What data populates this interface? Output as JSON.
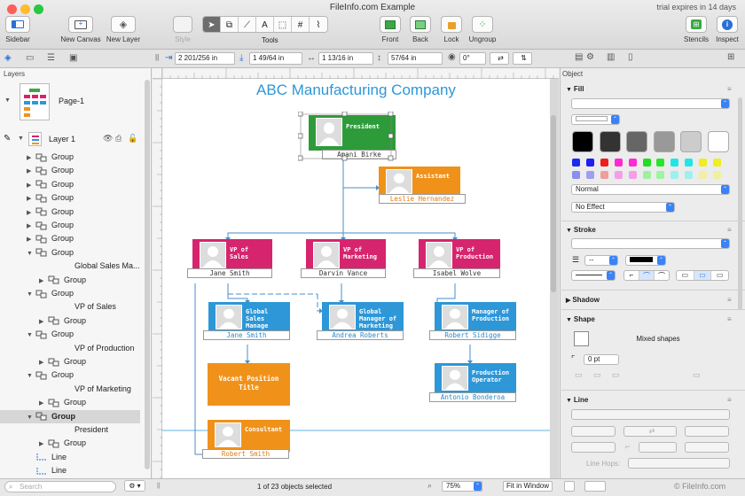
{
  "window": {
    "title": "FileInfo.com Example",
    "trial": "trial expires in 14 days"
  },
  "toolbar": {
    "sidebar": "Sidebar",
    "new_canvas": "New Canvas",
    "new_layer": "New Layer",
    "style": "Style",
    "tools": "Tools",
    "front": "Front",
    "back": "Back",
    "lock": "Lock",
    "ungroup": "Ungroup",
    "stencils": "Stencils",
    "inspect": "Inspect"
  },
  "geometry_bar": {
    "x": "2 201/256 in",
    "y": "1 49/64 in",
    "w": "1 13/16 in",
    "h": "57/64 in",
    "rotation": "0°"
  },
  "layers": {
    "header": "Layers",
    "page": "Page-1",
    "layer": "Layer 1",
    "items": [
      {
        "label": "Group",
        "indent": 1,
        "sel": false
      },
      {
        "label": "Group",
        "indent": 1,
        "sel": false
      },
      {
        "label": "Group",
        "indent": 1,
        "sel": false
      },
      {
        "label": "Group",
        "indent": 1,
        "sel": false
      },
      {
        "label": "Group",
        "indent": 1,
        "sel": false
      },
      {
        "label": "Group",
        "indent": 1,
        "sel": false
      },
      {
        "label": "Group",
        "indent": 1,
        "sel": false
      },
      {
        "label": "Group",
        "indent": 1,
        "sel": false,
        "open": true
      },
      {
        "label": "Global Sales Ma...",
        "indent": 3,
        "sel": false,
        "text": true
      },
      {
        "label": "Group",
        "indent": 2,
        "sel": false
      },
      {
        "label": "Group",
        "indent": 1,
        "sel": false,
        "open": true
      },
      {
        "label": "VP of Sales",
        "indent": 3,
        "sel": false,
        "text": true
      },
      {
        "label": "Group",
        "indent": 2,
        "sel": false
      },
      {
        "label": "Group",
        "indent": 1,
        "sel": false,
        "open": true
      },
      {
        "label": "VP of Production",
        "indent": 3,
        "sel": false,
        "text": true
      },
      {
        "label": "Group",
        "indent": 2,
        "sel": false
      },
      {
        "label": "Group",
        "indent": 1,
        "sel": false,
        "open": true
      },
      {
        "label": "VP of Marketing",
        "indent": 3,
        "sel": false,
        "text": true
      },
      {
        "label": "Group",
        "indent": 2,
        "sel": false
      },
      {
        "label": "Group",
        "indent": 1,
        "sel": true,
        "open": true
      },
      {
        "label": "President",
        "indent": 3,
        "sel": false,
        "text": true
      },
      {
        "label": "Group",
        "indent": 2,
        "sel": false
      },
      {
        "label": "Line",
        "indent": 1,
        "sel": false,
        "line": true
      },
      {
        "label": "Line",
        "indent": 1,
        "sel": false,
        "line": true
      }
    ]
  },
  "search": {
    "placeholder": "Search"
  },
  "status": {
    "selection": "1 of 23 objects selected",
    "zoom": "75%",
    "fit": "Fit in Window"
  },
  "canvas": {
    "title": "ABC Manufacturing Company",
    "nodes": [
      {
        "id": "president",
        "title": "President",
        "name": "Amani Birke",
        "color": "#2e9b3b",
        "name_color": "#333"
      },
      {
        "id": "assistant",
        "title": "Assistant",
        "name": "Leslie Hernandez",
        "color": "#f0921a",
        "name_color": "#e07a10"
      },
      {
        "id": "vp_sales",
        "title": "VP of Sales",
        "name": "Jane Smith",
        "color": "#d6246e",
        "name_color": "#333"
      },
      {
        "id": "vp_marketing",
        "title": "VP of Marketing",
        "name": "Darvin Vance",
        "color": "#d6246e",
        "name_color": "#333"
      },
      {
        "id": "vp_production",
        "title": "VP of Production",
        "name": "Isabel Wolve",
        "color": "#d6246e",
        "name_color": "#333"
      },
      {
        "id": "gsm_sales",
        "title": "Global Sales Manage",
        "name": "Jane Smith",
        "color": "#2d97d8",
        "name_color": "#2d88c8"
      },
      {
        "id": "gsm_marketing",
        "title": "Global Manager of Marketing",
        "name": "Andrea Roberts",
        "color": "#2d97d8",
        "name_color": "#2d88c8"
      },
      {
        "id": "mgr_production",
        "title": "Manager of Production",
        "name": "Robert Sidigge",
        "color": "#2d97d8",
        "name_color": "#2d88c8"
      },
      {
        "id": "vacant",
        "title": "Vacant Position Title",
        "name": "",
        "color": "#f0921a",
        "name_color": "#333"
      },
      {
        "id": "prod_operator",
        "title": "Production Operator",
        "name": "Antonio Bonderoa",
        "color": "#2d97d8",
        "name_color": "#2d88c8"
      },
      {
        "id": "consultant",
        "title": "Consultant",
        "name": "Robert Smith",
        "color": "#f0921a",
        "name_color": "#e07a10"
      }
    ]
  },
  "inspector": {
    "header": "Object",
    "fill": "Fill",
    "blend": "Normal",
    "effect": "No Effect",
    "stroke": "Stroke",
    "stroke_dash": "--",
    "shadow": "Shadow",
    "shape": "Shape",
    "shape_value": "Mixed shapes",
    "stroke_width": "0 pt",
    "line": "Line",
    "line_hops": "Line Hops:",
    "big_swatches": [
      "#000000",
      "#333333",
      "#666666",
      "#999999",
      "#cccccc",
      "#ffffff"
    ],
    "chips_row1": [
      "#1a2aee",
      "#1e1ef5",
      "#ef1e1e",
      "#ff2ad4",
      "#ff2ad4",
      "#22dd22",
      "#2ae52a",
      "#22e5e5",
      "#22e5e5",
      "#eeee22",
      "#eeee22"
    ],
    "chips_row2": [
      "#8a8ef0",
      "#9e9ef5",
      "#f09e9e",
      "#f59ee9",
      "#f59ee9",
      "#9ef09e",
      "#9ef5a0",
      "#9ef0f0",
      "#9ef0f0",
      "#f0f09e",
      "#f0f09e"
    ]
  },
  "watermark": "© FileInfo.com"
}
